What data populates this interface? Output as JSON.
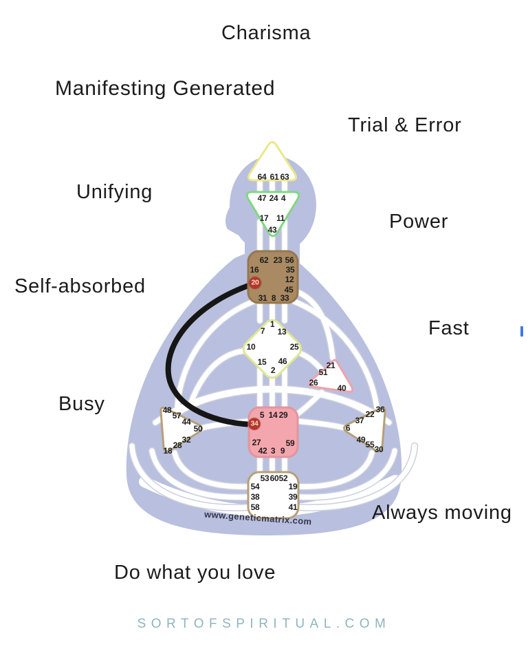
{
  "title_labels": {
    "charisma": "Charisma",
    "manifesting_generated": "Manifesting Generated",
    "trial_and_error": "Trial & Error",
    "unifying": "Unifying",
    "power": "Power",
    "self_absorbed": "Self-absorbed",
    "fast": "Fast",
    "busy": "Busy",
    "always_moving": "Always moving",
    "do_what_you_love": "Do what you love"
  },
  "footer": {
    "site_text": "SORTOFSPIRITUAL.COM",
    "color": "#8fb5bb"
  },
  "bodygraph": {
    "watermark": "www.geneticmatrix.com",
    "silhouette_color": "#b9bfde",
    "channel_color": "#161616",
    "highlight_color": "#b5362b",
    "highlighted_gates": [
      20,
      34
    ],
    "centers": [
      {
        "name": "head",
        "shape": "triangle-up",
        "fill": "#ffffff",
        "stroke": "#ece789",
        "gates": [
          64,
          61,
          63
        ]
      },
      {
        "name": "ajna",
        "shape": "triangle-down",
        "fill": "#ffffff",
        "stroke": "#80d880",
        "gates": [
          47,
          24,
          4,
          17,
          11,
          43
        ]
      },
      {
        "name": "throat",
        "shape": "square",
        "fill": "#a98a62",
        "stroke": "#96774e",
        "gates": [
          62,
          23,
          56,
          16,
          35,
          20,
          12,
          45,
          31,
          8,
          33
        ]
      },
      {
        "name": "g-center",
        "shape": "diamond",
        "fill": "#ffffff",
        "stroke": "#dde893",
        "gates": [
          1,
          7,
          13,
          10,
          25,
          15,
          46,
          2
        ]
      },
      {
        "name": "heart",
        "shape": "triangle",
        "fill": "#ffffff",
        "stroke": "#efa2ab",
        "gates": [
          21,
          51,
          26,
          40
        ]
      },
      {
        "name": "sacral",
        "shape": "square",
        "fill": "#f4a6ae",
        "stroke": "#e2959e",
        "gates": [
          5,
          14,
          29,
          34,
          27,
          59,
          42,
          3,
          9
        ]
      },
      {
        "name": "spleen",
        "shape": "triangle-left",
        "fill": "#ffffff",
        "stroke": "#b5a077",
        "gates": [
          48,
          57,
          44,
          50,
          32,
          28,
          18
        ]
      },
      {
        "name": "solar-plexus",
        "shape": "triangle-right",
        "fill": "#ffffff",
        "stroke": "#b5a077",
        "gates": [
          36,
          22,
          37,
          6,
          49,
          55,
          30
        ]
      },
      {
        "name": "root",
        "shape": "square",
        "fill": "#ffffff",
        "stroke": "#b5a077",
        "gates": [
          53,
          60,
          52,
          54,
          19,
          38,
          39,
          58,
          41
        ]
      }
    ]
  },
  "cursor_color": "#3f79e8"
}
